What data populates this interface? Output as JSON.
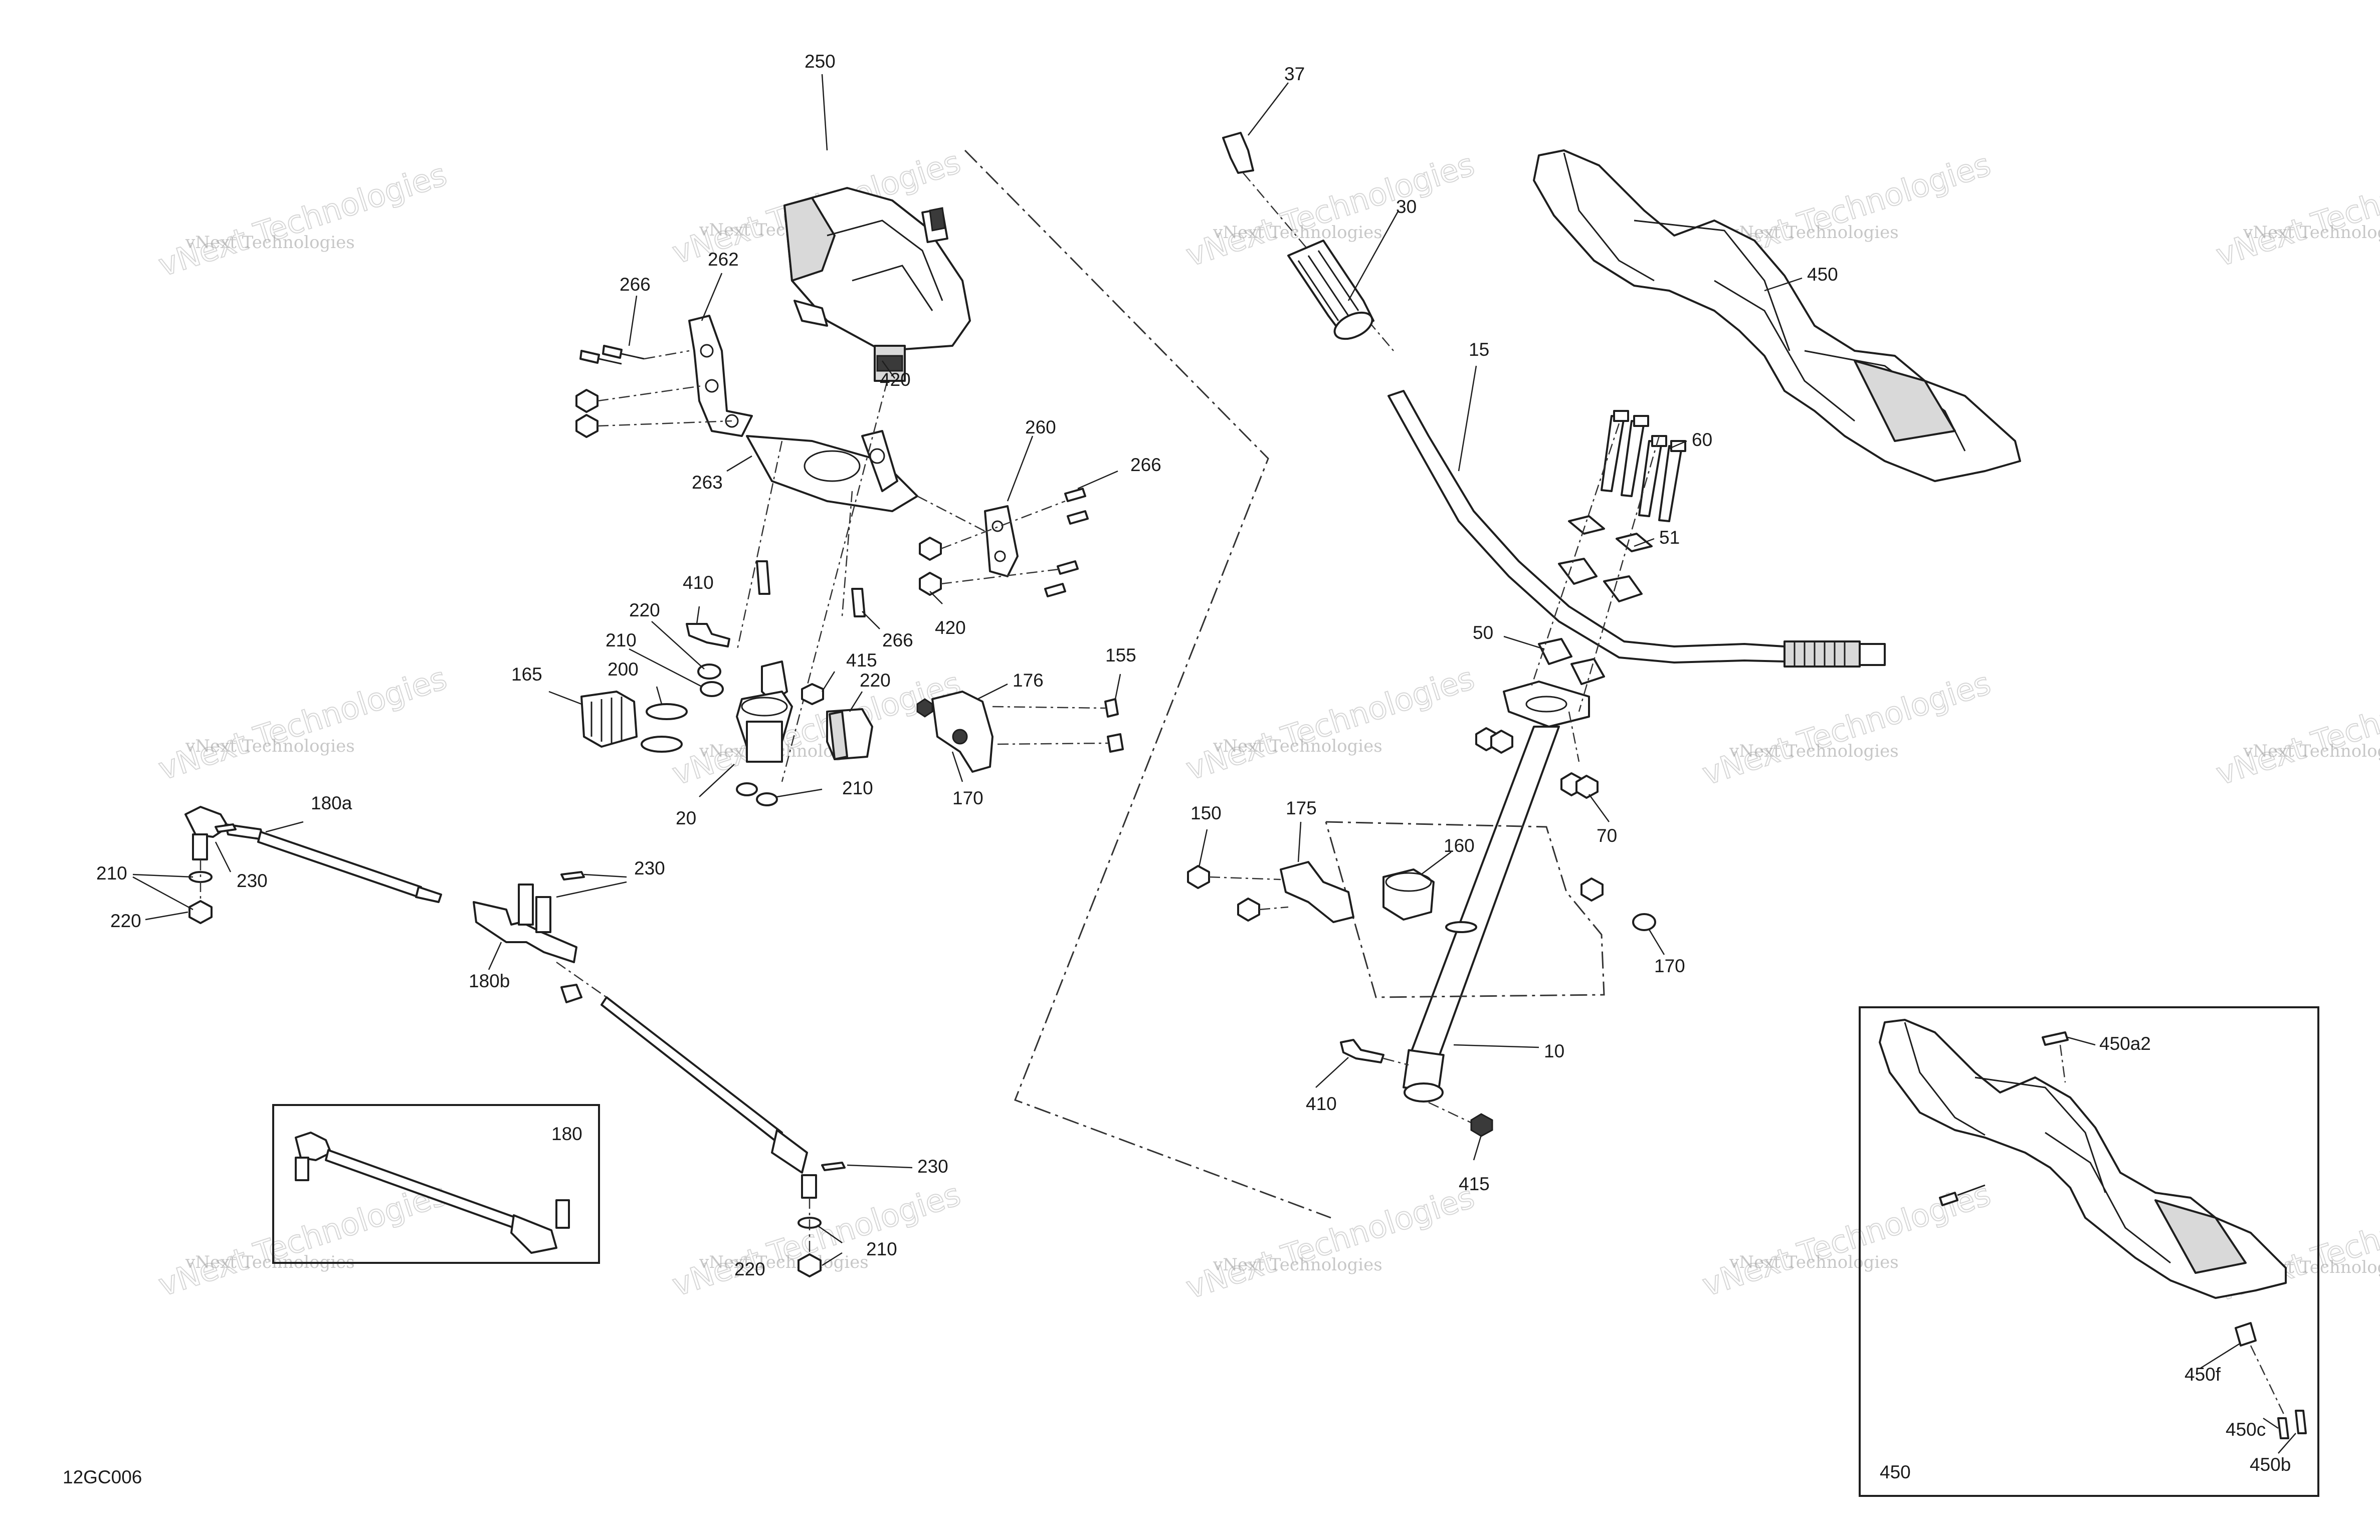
{
  "diagram_code": "12GC006",
  "watermark": {
    "line1": "vNext Technologies",
    "line2": "vNext Technologies"
  },
  "callouts": {
    "c250": "250",
    "c262": "262",
    "c266a": "266",
    "c420a": "420",
    "c263": "263",
    "c260": "260",
    "c266b": "266",
    "c420b": "420",
    "c266c": "266",
    "c410a": "410",
    "c220a": "220",
    "c210a": "210",
    "c415a": "415",
    "c220b": "220",
    "c165": "165",
    "c200": "200",
    "c20": "20",
    "c210b": "210",
    "c176": "176",
    "c155": "155",
    "c170a": "170",
    "c180a": "180a",
    "c230a": "230",
    "c210c": "210",
    "c220c": "220",
    "c230b": "230",
    "c180b": "180b",
    "c180": "180",
    "c230c": "230",
    "c210d": "210",
    "c220d": "220",
    "c37": "37",
    "c30": "30",
    "c450": "450",
    "c15": "15",
    "c60": "60",
    "c51": "51",
    "c50": "50",
    "c70": "70",
    "c150": "150",
    "c175": "175",
    "c160": "160",
    "c170b": "170",
    "c10": "10",
    "c410b": "410",
    "c415b": "415",
    "c450a2": "450a2",
    "c450f": "450f",
    "c450c": "450c",
    "c450b": "450b",
    "c450box": "450"
  }
}
